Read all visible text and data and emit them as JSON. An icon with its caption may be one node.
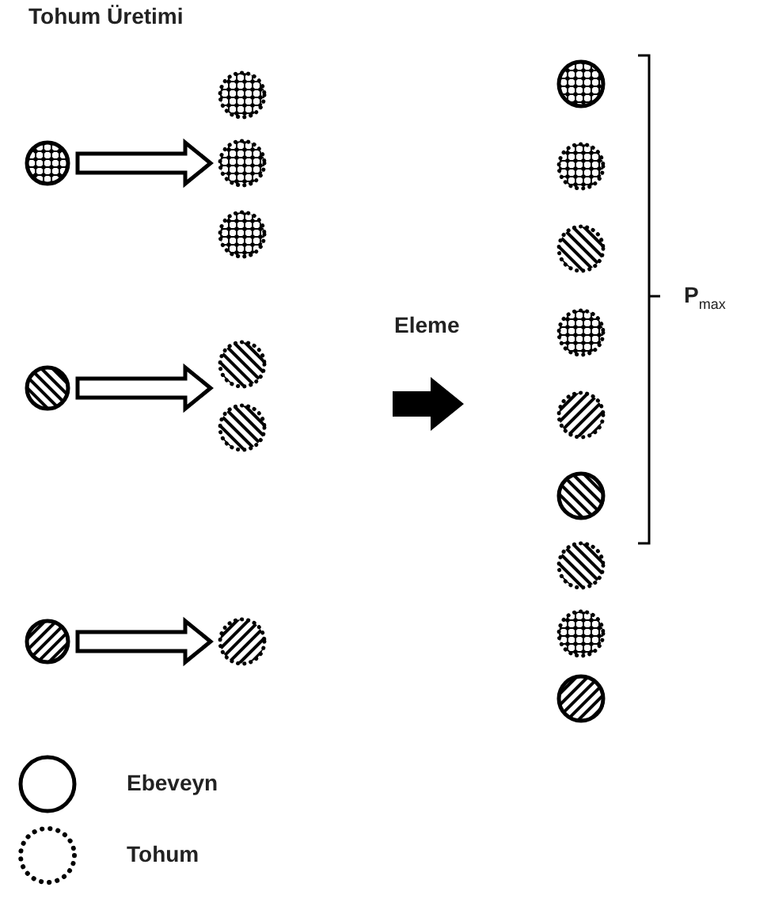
{
  "diagram": {
    "title": "Tohum Üretimi",
    "nodes": [
      {
        "text": [],
        "shape": "circle"
      },
      {
        "text": [],
        "shape": "circle"
      },
      {
        "text": [],
        "shape": "circle"
      },
      {
        "text": [],
        "shape": "circle"
      },
      {
        "text": [],
        "shape": "circle"
      },
      {
        "text": [],
        "shape": "circle"
      },
      {
        "text": [],
        "shape": "circle"
      },
      {
        "text": [],
        "shape": "circle"
      },
      {
        "text": [],
        "shape": "circle"
      },
      {
        "text": [],
        "shape": "circle"
      },
      {
        "text": [],
        "shape": "circle"
      },
      {
        "text": [],
        "shape": "circle"
      },
      {
        "text": [],
        "shape": "circle"
      },
      {
        "text": [],
        "shape": "circle"
      },
      {
        "text": [],
        "shape": "circle"
      },
      {
        "text": [],
        "shape": "circle"
      },
      {
        "text": [],
        "shape": "circle"
      },
      {
        "text": [],
        "shape": "circle"
      }
    ],
    "edges": [
      {
        "from": 0,
        "to": 2,
        "arrow": "to"
      },
      {
        "from": 4,
        "to": 5,
        "arrow": "to"
      },
      {
        "from": 7,
        "to": 8,
        "arrow": "to"
      }
    ],
    "labels": [
      "Eleme",
      "P$_{max}$"
    ],
    "legend": [
      {
        "text": "Ebeveyn"
      },
      {
        "text": "Tohum"
      }
    ]
  }
}
